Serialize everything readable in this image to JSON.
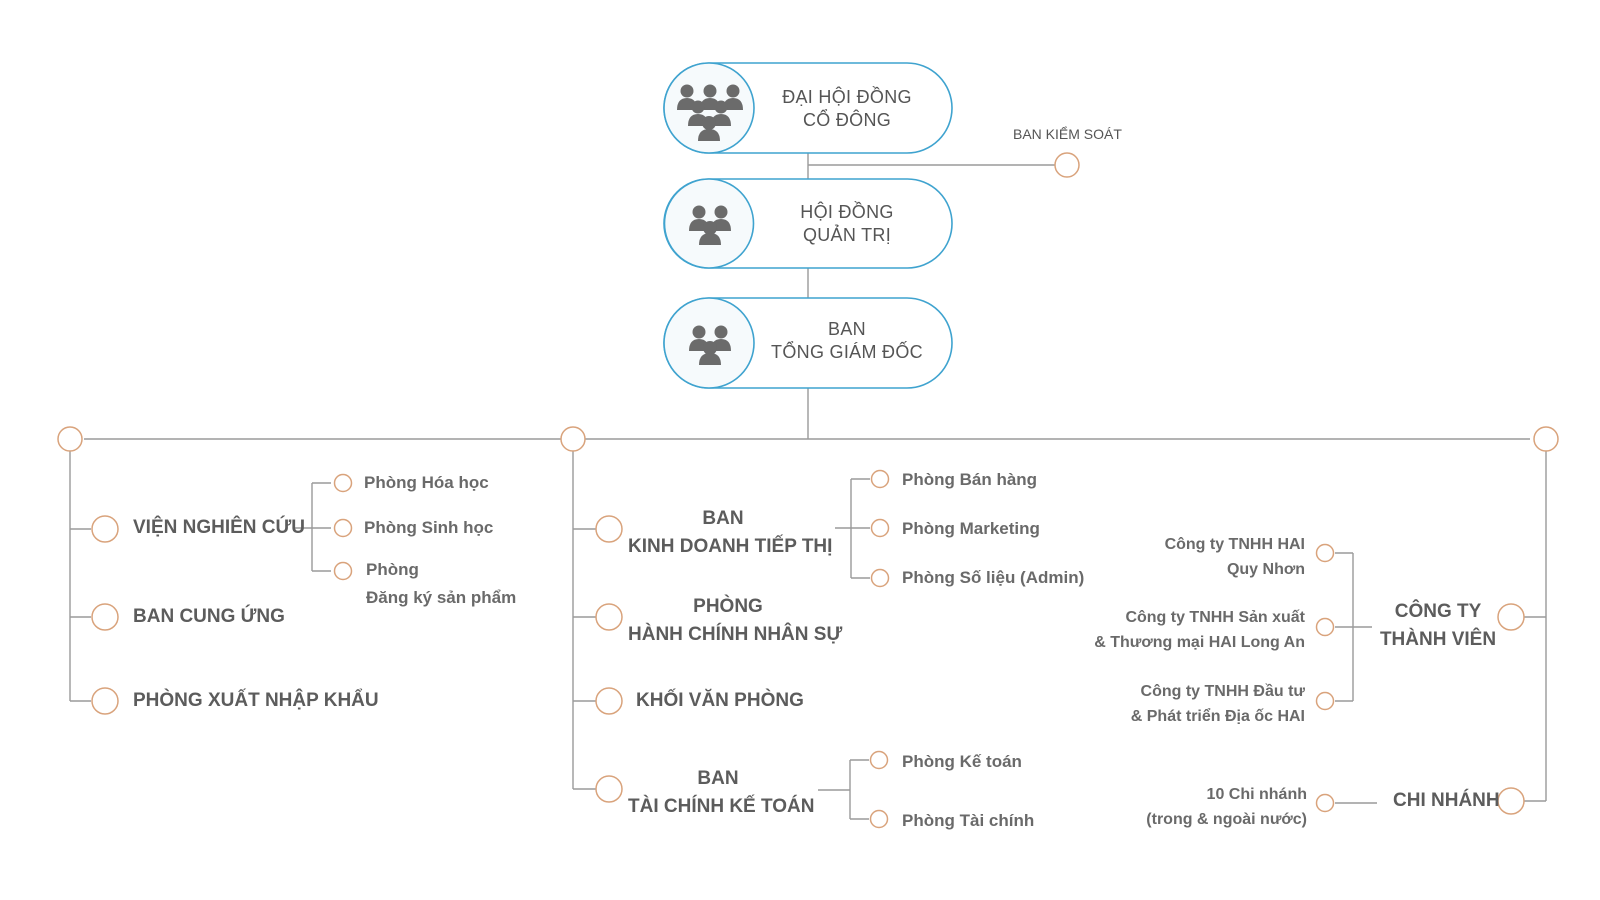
{
  "colors": {
    "line": "#9a9a9a",
    "pill_border": "#3fa3cf",
    "icon_circle_bg": "#f6fafc",
    "icon": "#6b6b6b",
    "node_circle": "#d9a37c",
    "text": "#5a5a5a"
  },
  "top": {
    "shareholders": {
      "line1": "ĐẠI HỘI ĐỒNG",
      "line2": "CỔ ĐÔNG",
      "icon": "group-large-icon"
    },
    "board": {
      "line1": "HỘI ĐỒNG",
      "line2": "QUẢN TRỊ",
      "icon": "group-small-icon"
    },
    "ceo": {
      "line1": "BAN",
      "line2": "TỔNG GIÁM ĐỐC",
      "icon": "group-small-icon"
    },
    "supervisory": "BAN KIỂM SOÁT"
  },
  "left": {
    "research": "VIỆN NGHIÊN CỨU",
    "research_children": [
      "Phòng Hóa học",
      "Phòng Sinh học"
    ],
    "registration": {
      "line1": "Phòng",
      "line2": "Đăng ký sản phẩm"
    },
    "supply": "BAN CUNG ỨNG",
    "import_export": "PHÒNG XUẤT NHẬP KHẨU"
  },
  "middle": {
    "sales": {
      "line1": "BAN",
      "line2": "KINH DOANH TIẾP THỊ"
    },
    "sales_children": [
      "Phòng Bán hàng",
      "Phòng Marketing",
      "Phòng Số liệu (Admin)"
    ],
    "hr": {
      "line1": "PHÒNG",
      "line2": "HÀNH CHÍNH NHÂN SỰ"
    },
    "office": "KHỐI VĂN PHÒNG",
    "finance": {
      "line1": "BAN",
      "line2": "TÀI CHÍNH KẾ TOÁN"
    },
    "finance_children": [
      "Phòng Kế toán",
      "Phòng Tài chính"
    ]
  },
  "right": {
    "members": {
      "line1": "CÔNG TY",
      "line2": "THÀNH VIÊN"
    },
    "companies": [
      {
        "line1": "Công ty TNHH HAI",
        "line2": "Quy Nhơn"
      },
      {
        "line1": "Công ty TNHH Sản xuất",
        "line2": "& Thương mại HAI Long An"
      },
      {
        "line1": "Công ty TNHH Đầu tư",
        "line2": "& Phát triển Địa ốc HAI"
      }
    ],
    "branches": "CHI NHÁNH",
    "branches_detail": {
      "line1": "10 Chi nhánh",
      "line2": "(trong & ngoài nước)"
    }
  }
}
